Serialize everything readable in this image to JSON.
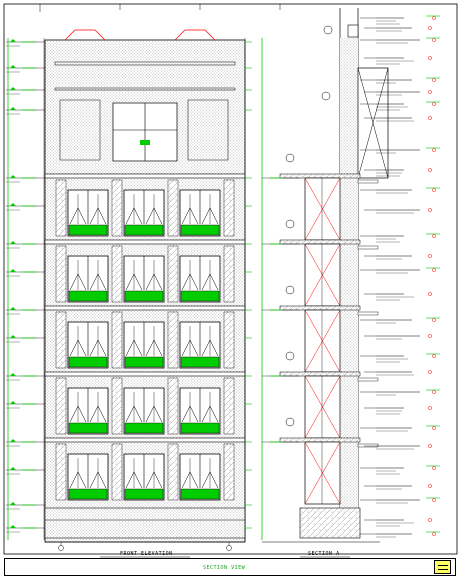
{
  "drawing": {
    "colors": {
      "line": "#000000",
      "accent_red": "#ff0000",
      "accent_green": "#00cc00",
      "grid_green": "#22aa22",
      "concrete_dots": "#9a9a9a",
      "logo_fill": "#ffff66"
    },
    "elevation": {
      "caption": "FRONT ELEVATION",
      "floors": 5,
      "bays": 3
    },
    "section": {
      "caption": "SECTION A"
    },
    "title_block": {
      "sheet_title": "SECTION VIEW"
    }
  }
}
